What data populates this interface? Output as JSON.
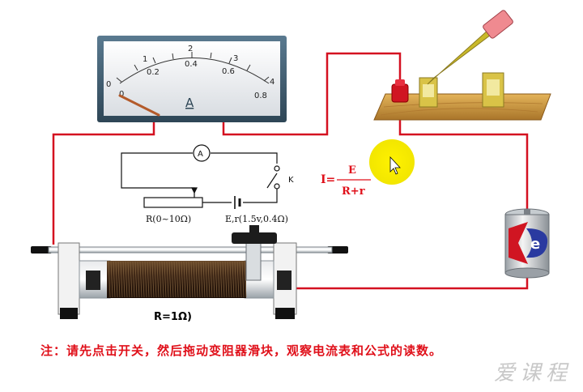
{
  "ammeter": {
    "unit_label": "A",
    "scale_top": [
      "1",
      "2",
      "3",
      "4"
    ],
    "scale_bottom": [
      "0",
      "0.2",
      "0.4",
      "0.6",
      "0.8"
    ],
    "scale_zero": "0"
  },
  "schematic": {
    "meter_symbol": "A",
    "switch_label": "K",
    "resistor_label": "R(0~10Ω)",
    "source_label": "E,r(1.5v,0.4Ω)"
  },
  "formula": {
    "lhs": "I=",
    "numerator": "E",
    "denominator": "R+r"
  },
  "rheostat_label": "R=1Ω)",
  "instruction": "注：请先点击开关，然后拖动变阻器滑块，观察电流表和公式的读数。",
  "watermark": "爱课程",
  "colors": {
    "wire": "#d41020",
    "formula_text": "#e0101a",
    "cursor_highlight": "#f7f200",
    "meter_frame": "#3d5a6e",
    "switch_base": "#c8912c",
    "switch_lever": "#c9b92a"
  }
}
